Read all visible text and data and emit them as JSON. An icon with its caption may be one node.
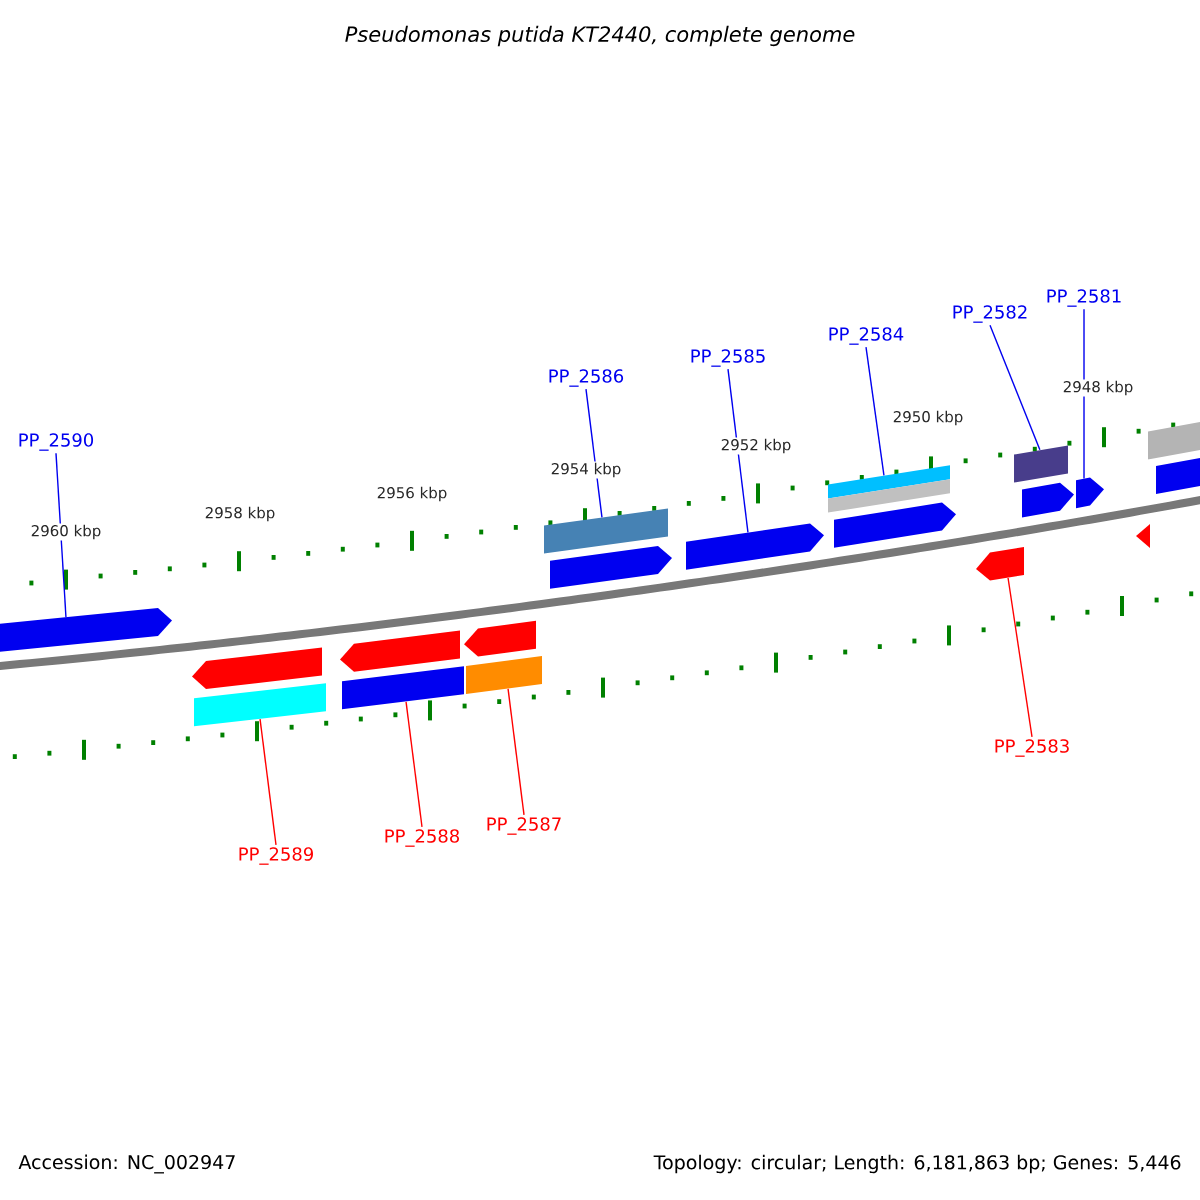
{
  "diagram": {
    "title": "Pseudomonas putida KT2440, complete genome",
    "nodes": [
      {
        "text": [
          "PP_2590"
        ]
      },
      {
        "text": [
          "PP_2586"
        ]
      },
      {
        "text": [
          "PP_2585"
        ]
      },
      {
        "text": [
          "PP_2584"
        ]
      },
      {
        "text": [
          "PP_2582"
        ]
      },
      {
        "text": [
          "PP_2581"
        ]
      },
      {
        "text": [
          "PP_2583"
        ]
      },
      {
        "text": [
          "PP_2589"
        ]
      },
      {
        "text": [
          "PP_2588"
        ]
      },
      {
        "text": [
          "PP_2587"
        ]
      },
      {
        "text": [],
        "shape": "pentagon"
      },
      {
        "text": [],
        "shape": "pentagon"
      },
      {
        "text": [],
        "shape": "bar"
      },
      {
        "text": [],
        "shape": "pentagon"
      },
      {
        "text": [],
        "shape": "bar"
      },
      {
        "text": [],
        "shape": "pentagon"
      },
      {
        "text": [],
        "shape": "bar"
      },
      {
        "text": [],
        "shape": "bar"
      },
      {
        "text": [],
        "shape": "pentagon"
      },
      {
        "text": [],
        "shape": "pentagon"
      },
      {
        "text": [],
        "shape": "bar"
      },
      {
        "text": [],
        "shape": "pentagon"
      },
      {
        "text": [],
        "shape": "pentagon"
      },
      {
        "text": [],
        "shape": "bar"
      },
      {
        "text": [],
        "shape": "pentagon"
      },
      {
        "text": [],
        "shape": "pentagon"
      },
      {
        "text": [],
        "shape": "triangle"
      },
      {
        "text": [],
        "shape": "bar"
      },
      {
        "text": [],
        "shape": "pentagon"
      }
    ],
    "edges": [
      {
        "from": 0,
        "to": 10,
        "arrow": "none"
      },
      {
        "from": 1,
        "to": 17,
        "arrow": "none"
      },
      {
        "from": 2,
        "to": 19,
        "arrow": "none"
      },
      {
        "from": 3,
        "to": 20,
        "arrow": "none"
      },
      {
        "from": 4,
        "to": 23,
        "arrow": "none"
      },
      {
        "from": 5,
        "to": 25,
        "arrow": "none"
      },
      {
        "from": 6,
        "to": 22,
        "arrow": "none",
        "color": "#ff0000"
      },
      {
        "from": 7,
        "to": 12,
        "arrow": "none",
        "color": "#ff0000"
      },
      {
        "from": 8,
        "to": 14,
        "arrow": "none",
        "color": "#ff0000"
      },
      {
        "from": 9,
        "to": 16,
        "arrow": "none",
        "color": "#ff0000"
      }
    ],
    "labels": [
      "2960 kbp",
      "2958 kbp",
      "2956 kbp",
      "2954 kbp",
      "2952 kbp",
      "2950 kbp",
      "2948 kbp",
      "Accession: NC_002947",
      "Topology: circular; Length: 6,181,863 bp; Genes: 5,446"
    ]
  }
}
